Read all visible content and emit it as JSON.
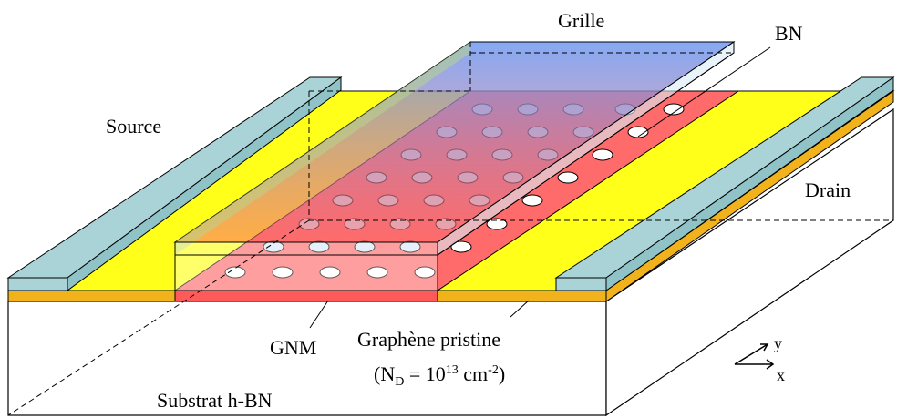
{
  "labels": {
    "grille": "Grille",
    "bn": "BN",
    "source": "Source",
    "drain": "Drain",
    "gnm": "GNM",
    "graphene": "Graphène pristine",
    "nd_prefix": "(N",
    "nd_sub": "D",
    "nd_mid": " = 10",
    "nd_sup1": "13",
    "nd_unit": " cm",
    "nd_sup2": "-2",
    "nd_close": ")",
    "substrate": "Substrat h-BN",
    "axis_y": "y",
    "axis_x": "x"
  },
  "colors": {
    "contact": "#a9d3d6",
    "electrode": "#ffff1a",
    "electrode_edge": "#f2b21c",
    "graphene": "#ff6b6b",
    "gate_top": "#7aa2f4",
    "hole": "#d9e8f7"
  }
}
